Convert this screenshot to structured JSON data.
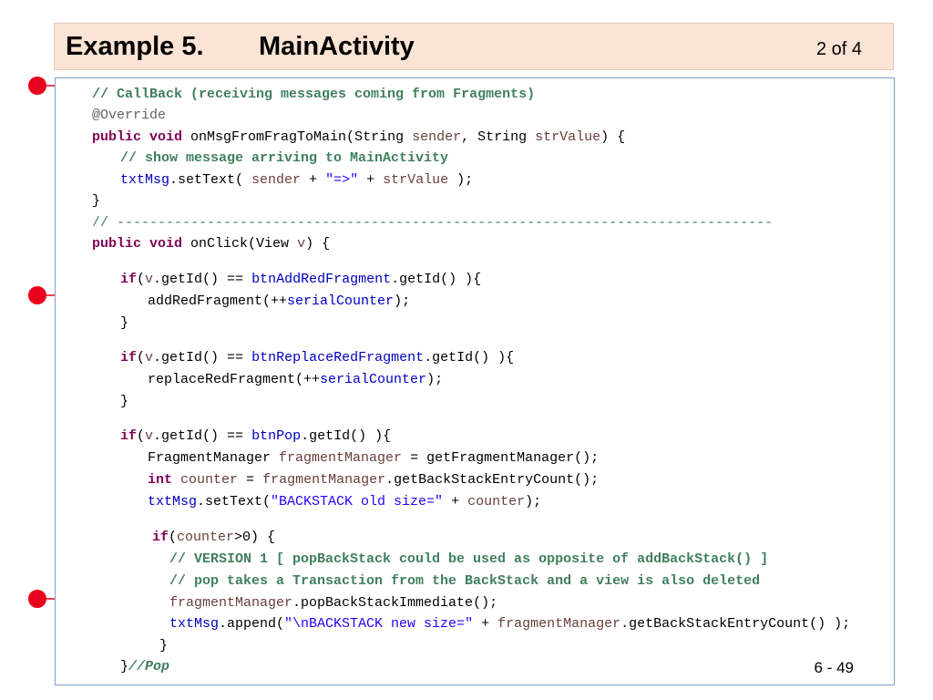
{
  "title": {
    "main": "Example 5.",
    "class_name": "MainActivity",
    "page": "2  of 4"
  },
  "code": {
    "l01": "// CallBack (receiving messages coming from Fragments)",
    "l02": "@Override",
    "l03": [
      "public void",
      " onMsgFromFragToMain(String ",
      "sender",
      ", String ",
      "strValue",
      ") {"
    ],
    "l04": "// show message arriving to MainActivity",
    "l05": [
      "txtMsg",
      ".setText( ",
      "sender",
      " + ",
      "\"=>\"",
      " + ",
      "strValue",
      " );"
    ],
    "l06": "}",
    "l07": "// --------------------------------------------------------------------------------",
    "l08": [
      "public void",
      " onClick(View ",
      "v",
      ") {"
    ],
    "l09": [
      "if",
      "(",
      "v",
      ".getId() == ",
      "btnAddRedFragment",
      ".getId() ){"
    ],
    "l10": [
      "addRedFragment(++",
      "serialCounter",
      ");"
    ],
    "l11": "}",
    "l12": [
      "if",
      "(",
      "v",
      ".getId() == ",
      "btnReplaceRedFragment",
      ".getId() ){"
    ],
    "l13": [
      "replaceRedFragment(++",
      "serialCounter",
      ");"
    ],
    "l14": "}",
    "l15": [
      "if",
      "(",
      "v",
      ".getId() == ",
      "btnPop",
      ".getId() ){"
    ],
    "l16": [
      "FragmentManager ",
      "fragmentManager",
      " = getFragmentManager();"
    ],
    "l17": [
      "int",
      " ",
      "counter",
      " = ",
      "fragmentManager",
      ".getBackStackEntryCount();"
    ],
    "l18": [
      "txtMsg",
      ".setText(",
      "\"BACKSTACK old size=\"",
      " + ",
      "counter",
      ");"
    ],
    "l19": [
      "if",
      "(",
      "counter",
      ">0) {"
    ],
    "l20": "// VERSION 1 [ popBackStack could be used as opposite of addBackStack() ]",
    "l21": "// pop takes a Transaction from the BackStack and a view is also deleted",
    "l22": [
      "fragmentManager",
      ".popBackStackImmediate();"
    ],
    "l23": [
      "txtMsg",
      ".append(",
      "\"\\nBACKSTACK new size=\"",
      " + ",
      "fragmentManager",
      ".getBackStackEntryCount() );"
    ],
    "l24": "}",
    "l25": [
      "}",
      "//Pop"
    ]
  },
  "page_number": "6 - 49",
  "colors": {
    "title_background": "#fbe4d5",
    "code_border": "#7da0cf",
    "keyword": "#7f0055",
    "comment": "#3f7f5f",
    "field": "#0000c0",
    "local_variable": "#6a3e3e",
    "string": "#2a00ff",
    "marker": "#e8001c"
  },
  "markers": [
    "red-bullet-arrow-icon",
    "red-bullet-arrow-icon",
    "red-bullet-arrow-icon"
  ]
}
